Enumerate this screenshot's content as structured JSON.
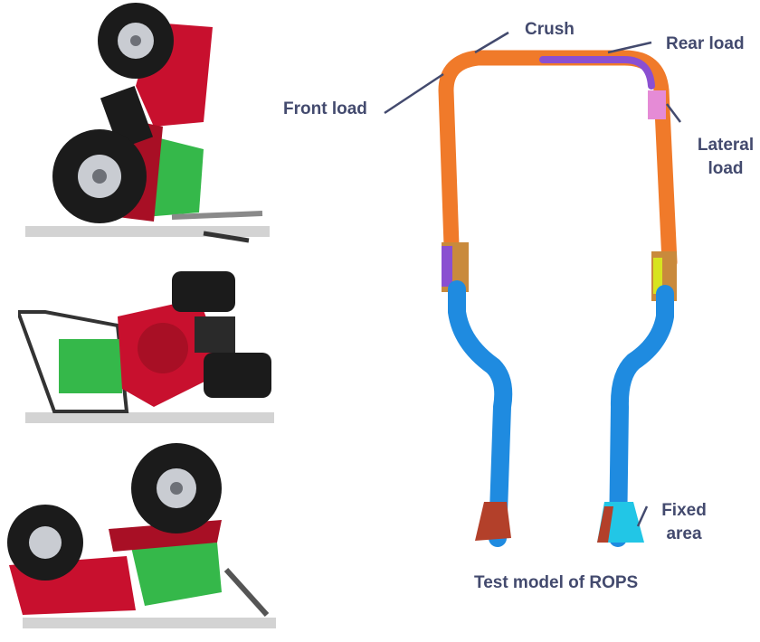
{
  "labels": {
    "crush": "Crush",
    "rear_load": "Rear load",
    "front_load": "Front load",
    "lateral_load_line1": "Lateral",
    "lateral_load_line2": "load",
    "fixed_area_line1": "Fixed",
    "fixed_area_line2": "area",
    "caption": "Test model of ROPS"
  },
  "colors": {
    "label_text": "#434a6e",
    "pointer_line": "#434a6e",
    "rops_orange": "#f07a2a",
    "rops_blue": "#1f8be0",
    "rops_purple": "#8a4fd1",
    "rops_cyan": "#22c6e6",
    "tractor_red": "#c8102e",
    "tractor_green": "#35b84a",
    "tire_black": "#1b1b1b",
    "rim_gray": "#c9ccd2",
    "ground_gray": "#d3d3d3"
  },
  "scenes": [
    {
      "name": "rollover-scene-1"
    },
    {
      "name": "rollover-scene-2"
    },
    {
      "name": "rollover-scene-3"
    }
  ]
}
